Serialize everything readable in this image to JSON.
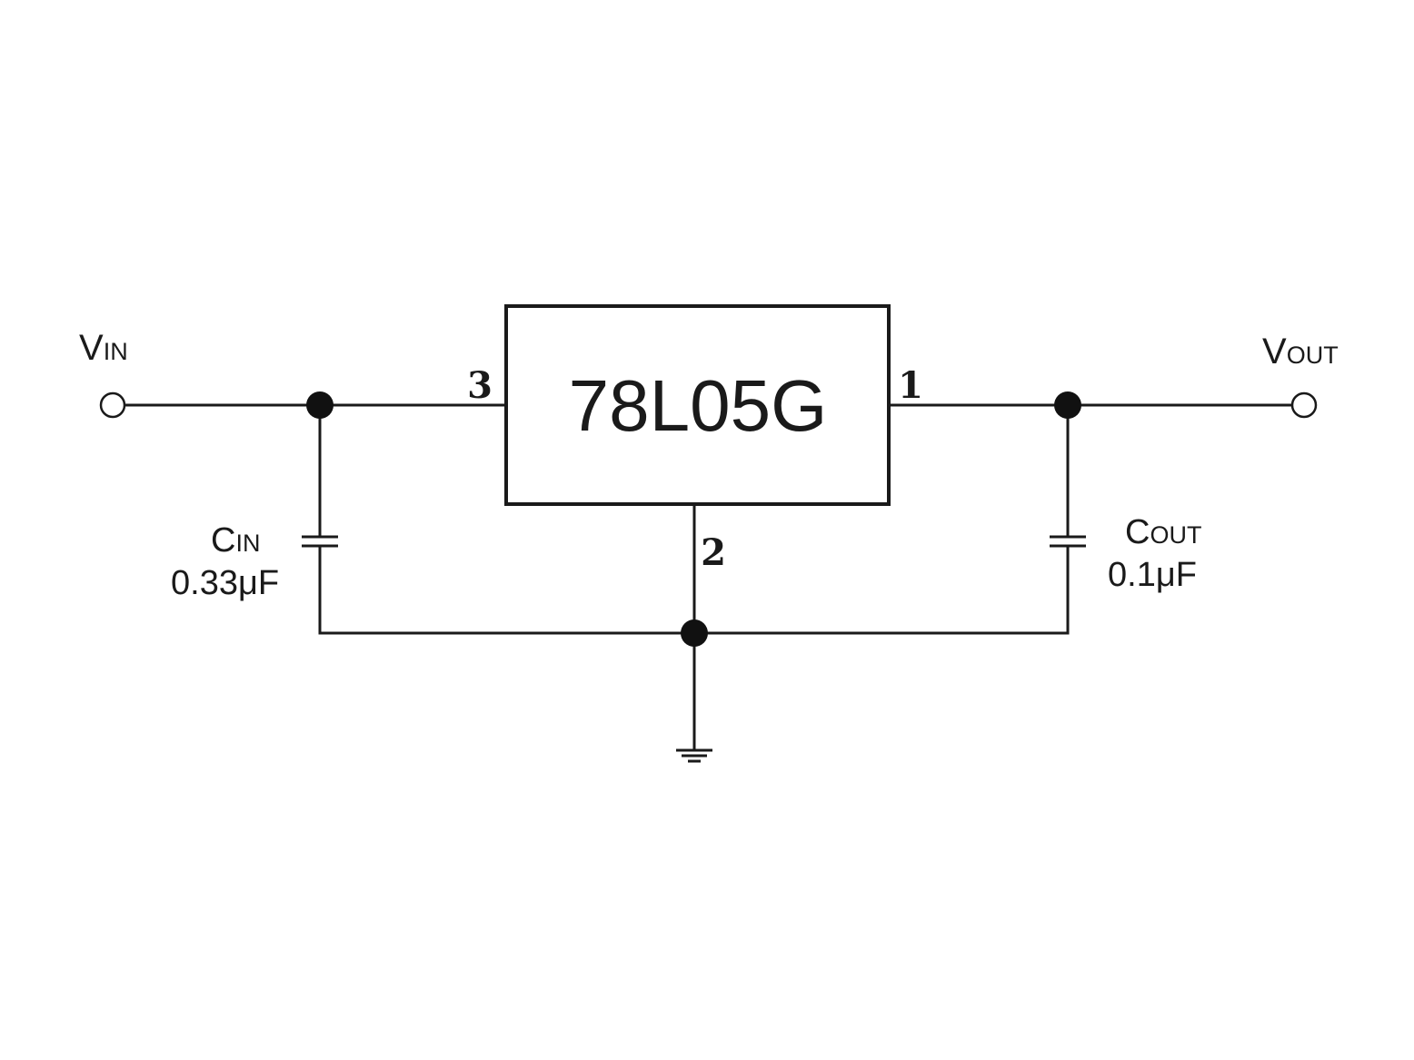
{
  "ic": {
    "label": "78L05G"
  },
  "pins": {
    "pin_in": "3",
    "pin_out": "1",
    "pin_gnd": "2"
  },
  "vin": {
    "main": "V",
    "sub": "IN"
  },
  "vout": {
    "main": "V",
    "sub": "OUT"
  },
  "cin": {
    "main": "C",
    "sub": "IN",
    "value": "0.33μF"
  },
  "cout": {
    "main": "C",
    "sub": "OUT",
    "value": "0.1μF"
  }
}
